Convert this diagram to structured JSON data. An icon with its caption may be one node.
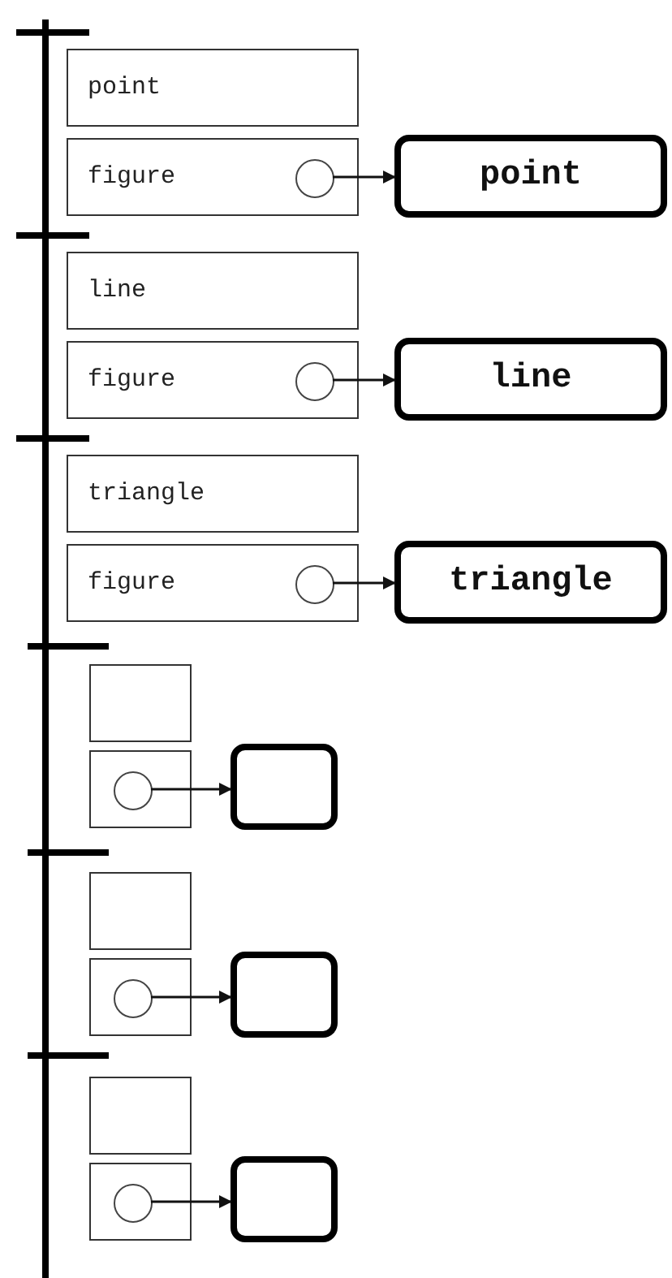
{
  "diagram": {
    "nodes": [
      {
        "text": [
          "point"
        ]
      },
      {
        "text": [
          "figure"
        ]
      },
      {
        "text": [],
        "shape": "circle",
        "in": 1
      },
      {
        "text": [
          "point"
        ]
      },
      {
        "text": [
          "line"
        ]
      },
      {
        "text": [
          "figure"
        ]
      },
      {
        "text": [],
        "shape": "circle",
        "in": 5
      },
      {
        "text": [
          "line"
        ]
      },
      {
        "text": [
          "triangle"
        ]
      },
      {
        "text": [
          "figure"
        ]
      },
      {
        "text": [],
        "shape": "circle",
        "in": 9
      },
      {
        "text": [
          "triangle"
        ]
      },
      {
        "text": [],
        "shape": "box"
      },
      {
        "text": [],
        "shape": "box"
      },
      {
        "text": [],
        "shape": "circle",
        "in": 13
      },
      {
        "text": [],
        "shape": "box"
      },
      {
        "text": [],
        "shape": "box"
      },
      {
        "text": [],
        "shape": "box"
      },
      {
        "text": [],
        "shape": "circle",
        "in": 17
      },
      {
        "text": [],
        "shape": "box"
      },
      {
        "text": [],
        "shape": "box"
      },
      {
        "text": [],
        "shape": "box"
      },
      {
        "text": [],
        "shape": "circle",
        "in": 21
      },
      {
        "text": [],
        "shape": "box"
      }
    ],
    "edges": [
      {
        "from": 2,
        "to": 3,
        "arrow": "to"
      },
      {
        "from": 6,
        "to": 7,
        "arrow": "to"
      },
      {
        "from": 10,
        "to": 11,
        "arrow": "to"
      },
      {
        "from": 14,
        "to": 15,
        "arrow": "to"
      },
      {
        "from": 18,
        "to": 19,
        "arrow": "to"
      },
      {
        "from": 22,
        "to": 23,
        "arrow": "to"
      }
    ]
  }
}
